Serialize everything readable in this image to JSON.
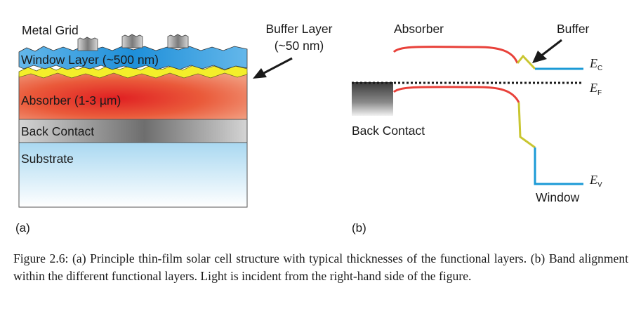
{
  "panel_a": {
    "label": "(a)",
    "metal_grid": "Metal Grid",
    "buffer_layer_line1": "Buffer Layer",
    "buffer_layer_line2": "(~50 nm)",
    "window_layer": "Window Layer (~500 nm)",
    "absorber": "Absorber (1-3 µm)",
    "back_contact": "Back Contact",
    "substrate": "Substrate"
  },
  "panel_b": {
    "label": "(b)",
    "absorber": "Absorber",
    "buffer": "Buffer",
    "back_contact": "Back Contact",
    "window": "Window",
    "ec_symbol": "E",
    "ec_sub": "C",
    "ef_symbol": "E",
    "ef_sub": "F",
    "ev_symbol": "E",
    "ev_sub": "V"
  },
  "colors": {
    "absorber_band": "#e8413a",
    "buffer_band": "#c9c631",
    "window_band": "#1b9ad6",
    "window_layer": "#2f9be0",
    "buffer_layer": "#f4ee2a",
    "absorber_layer": "#e84a34",
    "back_contact": "#8a8a8a",
    "substrate": "#bfe3f6"
  },
  "caption": "Figure 2.6: (a) Principle thin-film solar cell structure with typical thicknesses of the functional layers. (b) Band alignment within the different functional layers. Light is incident from the right-hand side of the figure."
}
